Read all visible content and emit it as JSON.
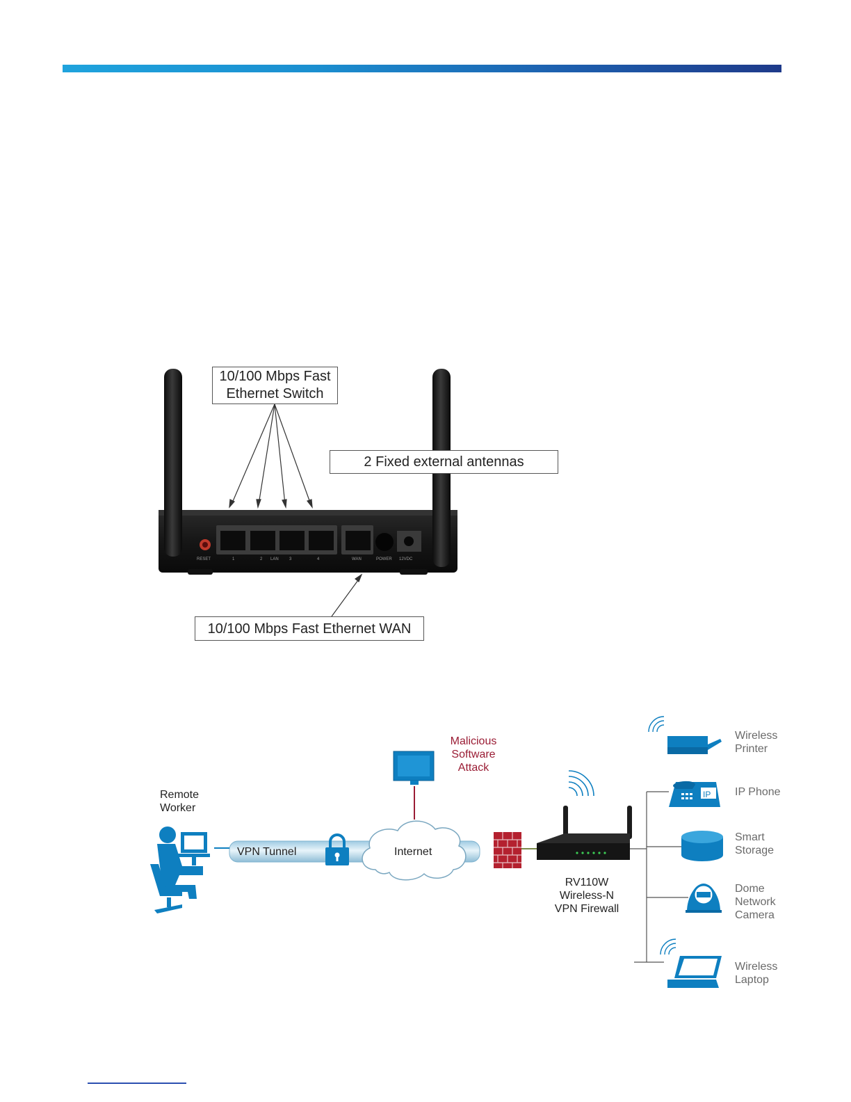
{
  "figure1": {
    "callout_switch": [
      "10/100 Mbps Fast",
      "Ethernet Switch"
    ],
    "callout_antennas": "2 Fixed external antennas",
    "callout_wan": "10/100 Mbps Fast Ethernet WAN",
    "port_labels": [
      "RESET",
      "1",
      "2",
      "LAN",
      "3",
      "4",
      "WAN",
      "POWER",
      "12VDC"
    ]
  },
  "figure2": {
    "remote_worker": [
      "Remote",
      "Worker"
    ],
    "vpn_tunnel": "VPN Tunnel",
    "internet": "Internet",
    "malicious": [
      "Malicious",
      "Software",
      "Attack"
    ],
    "router": [
      "RV110W",
      "Wireless-N",
      "VPN Firewall"
    ],
    "devices": {
      "printer": [
        "Wireless",
        "Printer"
      ],
      "phone": [
        "IP Phone"
      ],
      "storage": [
        "Smart",
        "Storage"
      ],
      "camera": [
        "Dome",
        "Network",
        "Camera"
      ],
      "laptop": [
        "Wireless",
        "Laptop"
      ]
    },
    "phone_badge": "IP"
  },
  "colors": {
    "accent_blue": "#0e7fc0",
    "attack_red": "#9a1c34"
  }
}
